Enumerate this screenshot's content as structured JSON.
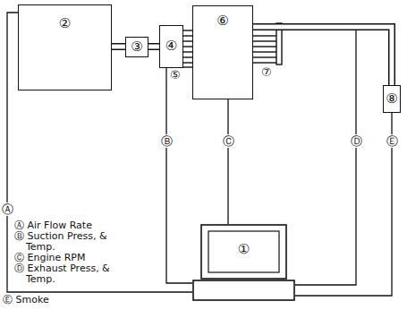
{
  "diagram": {
    "nodes": [
      {
        "text": [
          "②"
        ]
      },
      {
        "text": [
          "③"
        ]
      },
      {
        "text": [
          "④"
        ]
      },
      {
        "text": [
          "⑥"
        ]
      },
      {
        "text": [
          "⑧"
        ]
      },
      {
        "text": [
          "①"
        ]
      }
    ],
    "edges": [
      {
        "from": 0,
        "to": 1,
        "arrow": "none"
      },
      {
        "from": 1,
        "to": 2,
        "arrow": "none"
      },
      {
        "from": 3,
        "to": 4,
        "arrow": "none"
      },
      {
        "from": 0,
        "to": 5,
        "label": "Ⓐ",
        "arrow": "none"
      },
      {
        "from": 2,
        "to": 5,
        "label": "Ⓑ",
        "arrow": "none"
      },
      {
        "from": 3,
        "to": 5,
        "label": "Ⓒ",
        "arrow": "none"
      },
      {
        "from": 4,
        "to": 5,
        "label": "Ⓔ",
        "arrow": "none"
      }
    ],
    "labels": [
      "⑤",
      "⑦",
      "Ⓓ",
      "Ⓐ Air Flow Rate",
      "Ⓑ Suction Press, & Temp.",
      "Ⓒ Engine RPM",
      "Ⓓ Exhaust Press, & Temp.",
      "Ⓔ Smoke"
    ]
  }
}
